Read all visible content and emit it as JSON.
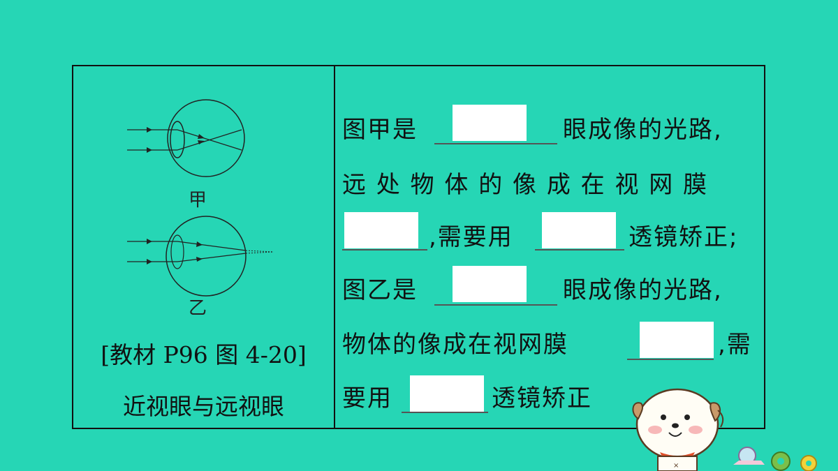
{
  "diagram": {
    "label_top": "甲",
    "label_bottom": "乙"
  },
  "caption": {
    "source": "[教材 P96 图 4-20]",
    "title": "近视眼与远视眼"
  },
  "text": {
    "l1_a": "图甲是",
    "l1_b": "眼成像的光路,",
    "l2": "远 处 物 体 的 像 成 在 视 网 膜",
    "l3_a": ",需要用",
    "l3_b": "透镜矫正;",
    "l4_a": "图乙是",
    "l4_b": "眼成像的光路,",
    "l5_a": "物体的像成在视网膜",
    "l5_b": ",需",
    "l6_a": "要用",
    "l6_b": "透镜矫正"
  }
}
